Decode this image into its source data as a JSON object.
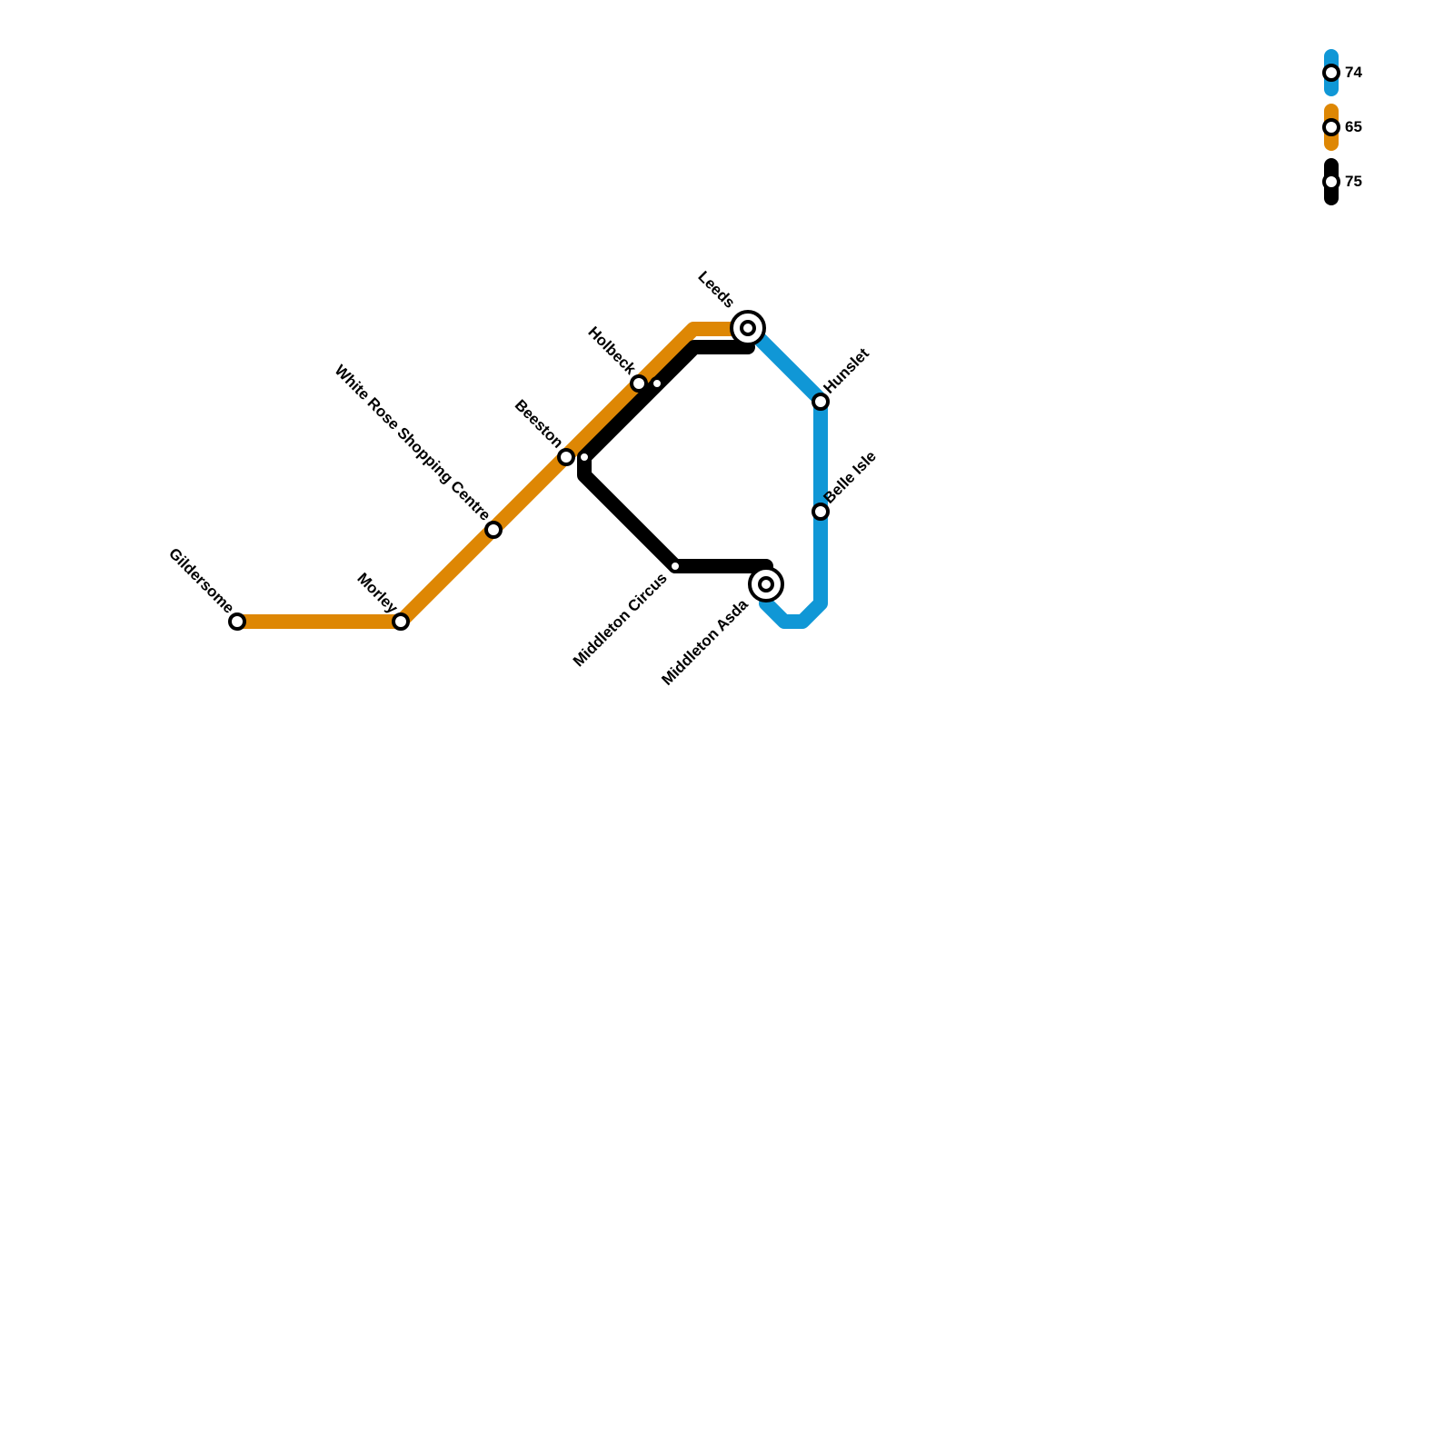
{
  "colors": {
    "route_74": "#1097d6",
    "route_65": "#de8704",
    "route_75": "#000000"
  },
  "legend": [
    {
      "route": "74",
      "color": "#1097d6",
      "label": "74"
    },
    {
      "route": "65",
      "color": "#de8704",
      "label": "65"
    },
    {
      "route": "75",
      "color": "#000000",
      "label": "75"
    }
  ],
  "stations": {
    "gildersome": "Gildersome",
    "morley": "Morley",
    "white_rose": "White Rose Shopping Centre",
    "beeston": "Beeston",
    "holbeck": "Holbeck",
    "leeds": "Leeds",
    "hunslet": "Hunslet",
    "belle_isle": "Belle Isle",
    "middleton_circus": "Middleton Circus",
    "middleton_asda": "Middleton Asda"
  }
}
